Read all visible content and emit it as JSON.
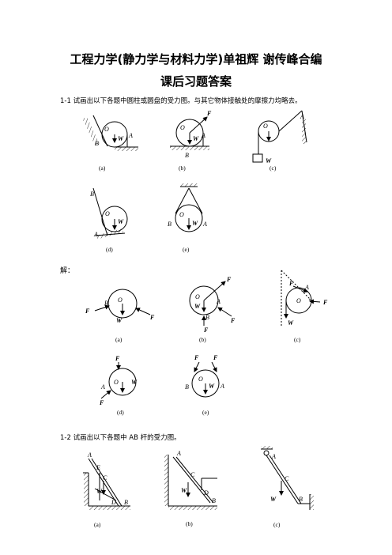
{
  "title_line1": "工程力学(静力学与材料力学)单祖辉  谢传峰合编",
  "title_line2": "课后习题答案",
  "problem_1_1": "1-1 试画出以下各题中圆柱或圆盘的受力图。与其它物体接触处的摩擦力均略去。",
  "solution_label": "解：",
  "problem_1_2": "1-2  试画出以下各题中 AB 杆的受力图。",
  "captions": [
    "(a)",
    "(b)",
    "(c)",
    "(d)",
    "(e)"
  ],
  "labels": {
    "O": "O",
    "A": "A",
    "B": "B",
    "C": "C",
    "D": "D",
    "E": "E",
    "W": "W",
    "F": "F",
    "FA": "F",
    "FB": "F",
    "sub_A": "A",
    "sub_B": "B"
  }
}
